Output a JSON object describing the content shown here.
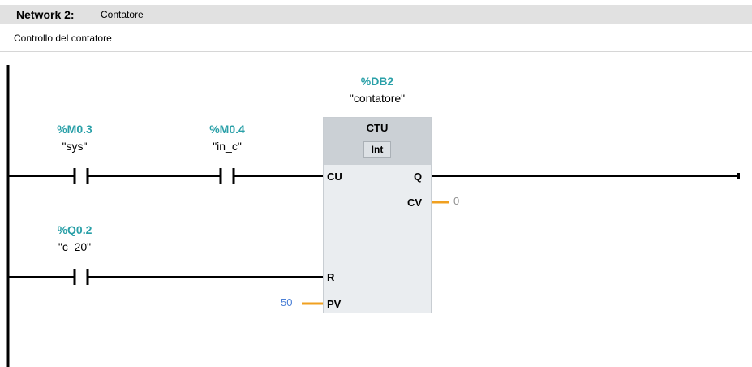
{
  "network": {
    "title": "Network 2:",
    "name": "Contatore",
    "comment": "Controllo del contatore"
  },
  "contacts": [
    {
      "address": "%M0.3",
      "symbol": "\"sys\""
    },
    {
      "address": "%M0.4",
      "symbol": "\"in_c\""
    },
    {
      "address": "%Q0.2",
      "symbol": "\"c_20\""
    }
  ],
  "block": {
    "instance_address": "%DB2",
    "instance_symbol": "\"contatore\"",
    "type": "CTU",
    "data_type": "Int",
    "pins": {
      "cu": "CU",
      "r": "R",
      "pv": "PV",
      "q": "Q",
      "cv": "CV"
    },
    "cv_value": "0",
    "pv_value": "50"
  },
  "colors": {
    "address": "#2aa0a8",
    "wire": "#000000",
    "value_line": "#f0a020",
    "pv_value": "#4a7fd6"
  },
  "icons": [
    "no-contact-icon",
    "coil-end-icon"
  ]
}
